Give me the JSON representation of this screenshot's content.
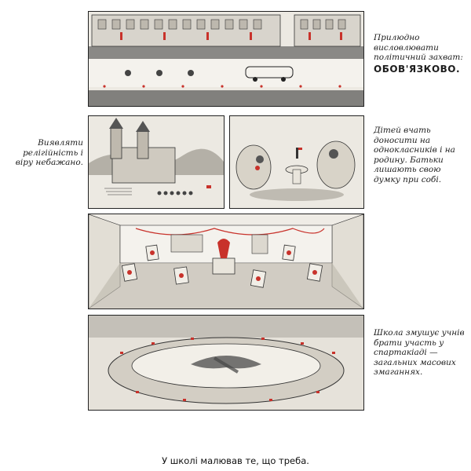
{
  "captions": {
    "caption_1": "Прилюдно висловлювати політичний захват:",
    "stamp_1": "ОБОВ'ЯЗКОВО.",
    "caption_2": "Виявляти релігійність і віру небажано.",
    "caption_3": "Дітей вчать доносити на однокласників і на родину. Батьки лишають свою думку при собі.",
    "caption_4": "Школа змушує учнів брати участь у спартакіаді — загальних масових змаганнях."
  },
  "footer": {
    "text": "У школі малював те, що треба."
  },
  "colors": {
    "ink": "#1a1a1a",
    "accent_red": "#c8322b",
    "paper": "#f3f1ec"
  }
}
